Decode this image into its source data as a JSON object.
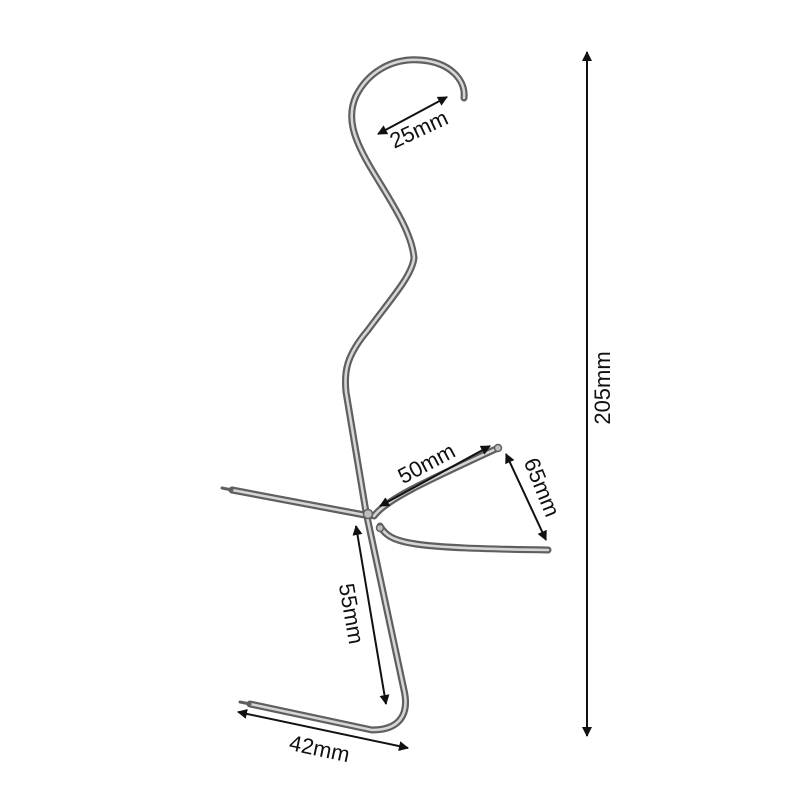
{
  "dimensions": {
    "hook_opening": "25mm",
    "total_height": "205mm",
    "upper_prong": "50mm",
    "prong_spread": "65mm",
    "lower_shank": "55mm",
    "bottom_hook": "42mm"
  },
  "colors": {
    "wire_dark": "#5a5a5a",
    "wire_light": "#d8d8d8",
    "annotation": "#111111",
    "background": "#ffffff"
  }
}
